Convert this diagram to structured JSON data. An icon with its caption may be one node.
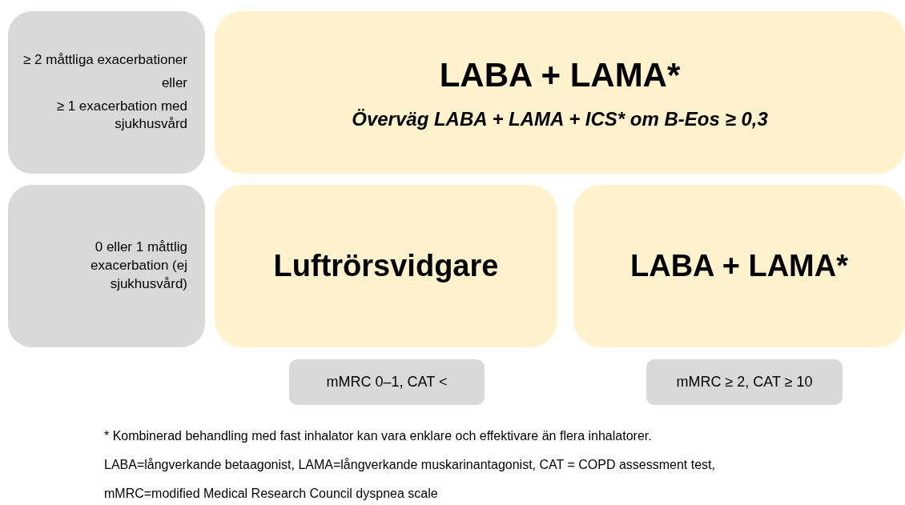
{
  "diagram": {
    "nodes": [
      {
        "text": [
          "≥ 2 måttliga exacerbationer",
          "eller",
          "≥ 1 exacerbation med sjukhusvård"
        ]
      },
      {
        "text": [
          "LABA + LAMA*",
          "Överväg LABA + LAMA + ICS* om B-Eos ≥ 0,3"
        ]
      },
      {
        "text": [
          "0 eller 1 måttlig exacerbation (ej sjukhusvård)"
        ]
      },
      {
        "text": [
          "Luftrörsvidgare"
        ]
      },
      {
        "text": [
          "LABA + LAMA*"
        ]
      },
      {
        "text": [
          "mMRC 0–1, CAT <"
        ]
      },
      {
        "text": [
          "mMRC ≥ 2, CAT ≥ 10"
        ]
      }
    ],
    "labels": [
      "* Kombinerad behandling med fast inhalator kan vara enklare och effektivare än flera inhalatorer.",
      "LABA=långverkande betaagonist, LAMA=långverkande muskarinantagonist, CAT = COPD assessment test,",
      "mMRC=modified Medical Research Council dyspnea scale"
    ]
  }
}
